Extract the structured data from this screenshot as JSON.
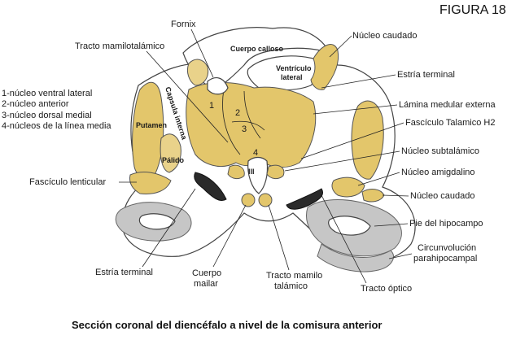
{
  "figure_label": "FIGURA 18",
  "caption": "Sección coronal del diencéfalo a nivel de la comisura anterior",
  "legend": [
    "1-núcleo ventral lateral",
    "2-núcleo anterior",
    "3-núcleo dorsal medial",
    "4-núcleos de la línea media"
  ],
  "numbers": [
    "1",
    "2",
    "3",
    "4"
  ],
  "inner_labels": {
    "cuerpo_calloso": "Cuerpo calloso",
    "ventriculo_1": "Ventrículo",
    "ventriculo_2": "lateral",
    "putamen": "Putamen",
    "palido": "Pálido",
    "capsula_interna": "Capsula interna",
    "tercer_ventriculo": "III"
  },
  "labels": {
    "fornix": "Fornix",
    "tracto_mamilotalamico_top": "Tracto mamilotalámico",
    "nucleo_caudado_top": "Núcleo caudado",
    "estria_terminal_right": "Estría terminal",
    "lamina_medular": "Lámina medular externa",
    "fasciculo_talamico": "Fascículo Talamico H2",
    "nucleo_subtalamico": "Núcleo subtalámico",
    "nucleo_amigdalino": "Núcleo amigdalino",
    "nucleo_caudado_bottom": "Núcleo caudado",
    "pie_hipocampo": "Pie del hipocampo",
    "circunvolucion_1": "Circunvolución",
    "circunvolucion_2": "parahipocampal",
    "fasciculo_lenticular": "Fascículo lenticular",
    "estria_terminal_bottom": "Estría terminal",
    "cuerpo_mailar_1": "Cuerpo",
    "cuerpo_mailar_2": "mailar",
    "tracto_mamilo_bottom_1": "Tracto mamilo",
    "tracto_mamilo_bottom_2": "talámico",
    "tracto_optico": "Tracto óptico"
  },
  "colors": {
    "nucleus_fill": "#e3c66b",
    "hippocampus_fill": "#c6c6c6",
    "tract_fill": "#2a2a2a",
    "background": "#ffffff"
  }
}
